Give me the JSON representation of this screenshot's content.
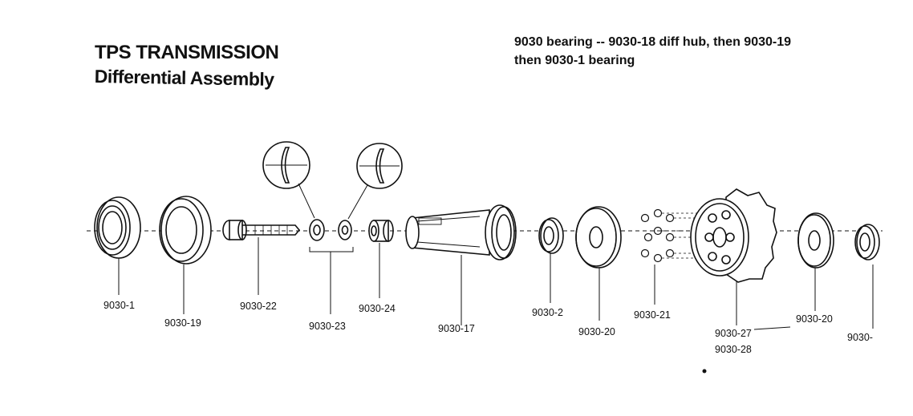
{
  "title": {
    "line1": "TPS TRANSMISSION",
    "line2": "Differential Assembly"
  },
  "note": {
    "line1": "9030 bearing -- 9030-18 diff hub, then 9030-19",
    "line2": "then 9030-1 bearing"
  },
  "parts": {
    "p1": "9030-1",
    "p19": "9030-19",
    "p22": "9030-22",
    "p23": "9030-23",
    "p24": "9030-24",
    "p17": "9030-17",
    "p2": "9030-2",
    "p20a": "9030-20",
    "p21": "9030-21",
    "p27": "9030-27",
    "p28": "9030-28",
    "p20b": "9030-20",
    "pLast": "9030-"
  }
}
